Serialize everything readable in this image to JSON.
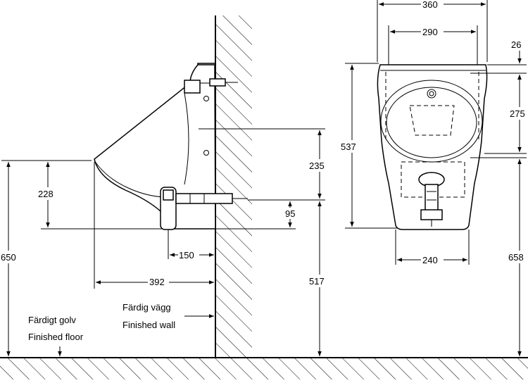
{
  "side_view": {
    "dims": {
      "width_392": "392",
      "height_228": "228",
      "height_650": "650",
      "trap_150": "150",
      "height_235": "235",
      "height_95": "95",
      "height_517": "517"
    },
    "labels": {
      "floor_sv": "Färdigt golv",
      "floor_en": "Finished floor",
      "wall_sv": "Färdig vägg",
      "wall_en": "Finished wall"
    }
  },
  "front_view": {
    "dims": {
      "width_360": "360",
      "width_290": "290",
      "offset_26": "26",
      "height_275": "275",
      "height_537": "537",
      "width_240": "240",
      "height_658": "658"
    }
  }
}
